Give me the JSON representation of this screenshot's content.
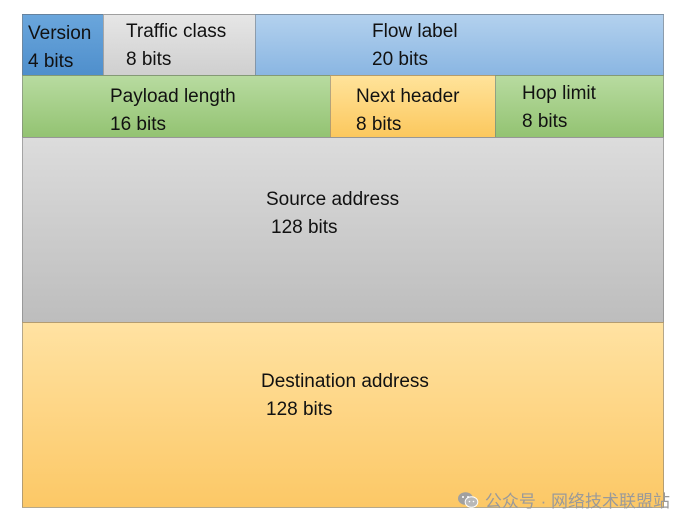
{
  "diagram": {
    "fields": [
      {
        "id": "version",
        "name": "Version",
        "size": "4 bits",
        "color": "#5b9bd5"
      },
      {
        "id": "traffic_class",
        "name": "Traffic class",
        "size": "8 bits",
        "color": "#d9d9d9"
      },
      {
        "id": "flow_label",
        "name": "Flow label",
        "size": "20 bits",
        "color": "#9dc3e6"
      },
      {
        "id": "payload_length",
        "name": "Payload length",
        "size": "16 bits",
        "color": "#a9d18e"
      },
      {
        "id": "next_header",
        "name": "Next header",
        "size": "8 bits",
        "color": "#ffd966"
      },
      {
        "id": "hop_limit",
        "name": "Hop limit",
        "size": "8 bits",
        "color": "#a9d18e"
      },
      {
        "id": "source_address",
        "name": "Source address",
        "size": "128 bits",
        "color": "#c9c9c9"
      },
      {
        "id": "destination_address",
        "name": "Destination address",
        "size": "128 bits",
        "color": "#ffd27a"
      }
    ]
  },
  "watermark": {
    "text": "公众号 · 网络技术联盟站",
    "icon": "wechat-icon"
  }
}
